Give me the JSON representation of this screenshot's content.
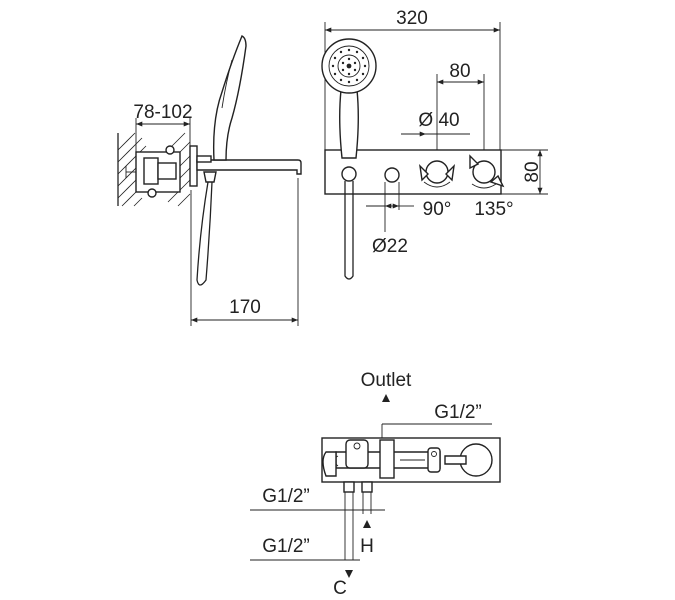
{
  "dimensions": {
    "wall_depth": "78-102",
    "spout_length": "170",
    "overall_width": "320",
    "handle_spacing": "80",
    "handle_diameter": "Ø 40",
    "height": "80",
    "angle_left": "90°",
    "angle_right": "135°",
    "button_diameter": "Ø22"
  },
  "connections": {
    "outlet": "Outlet",
    "outlet_thread": "G1/2”",
    "hot_thread": "G1/2”",
    "cold_thread": "G1/2”",
    "hot_label": "H",
    "cold_label": "C"
  }
}
